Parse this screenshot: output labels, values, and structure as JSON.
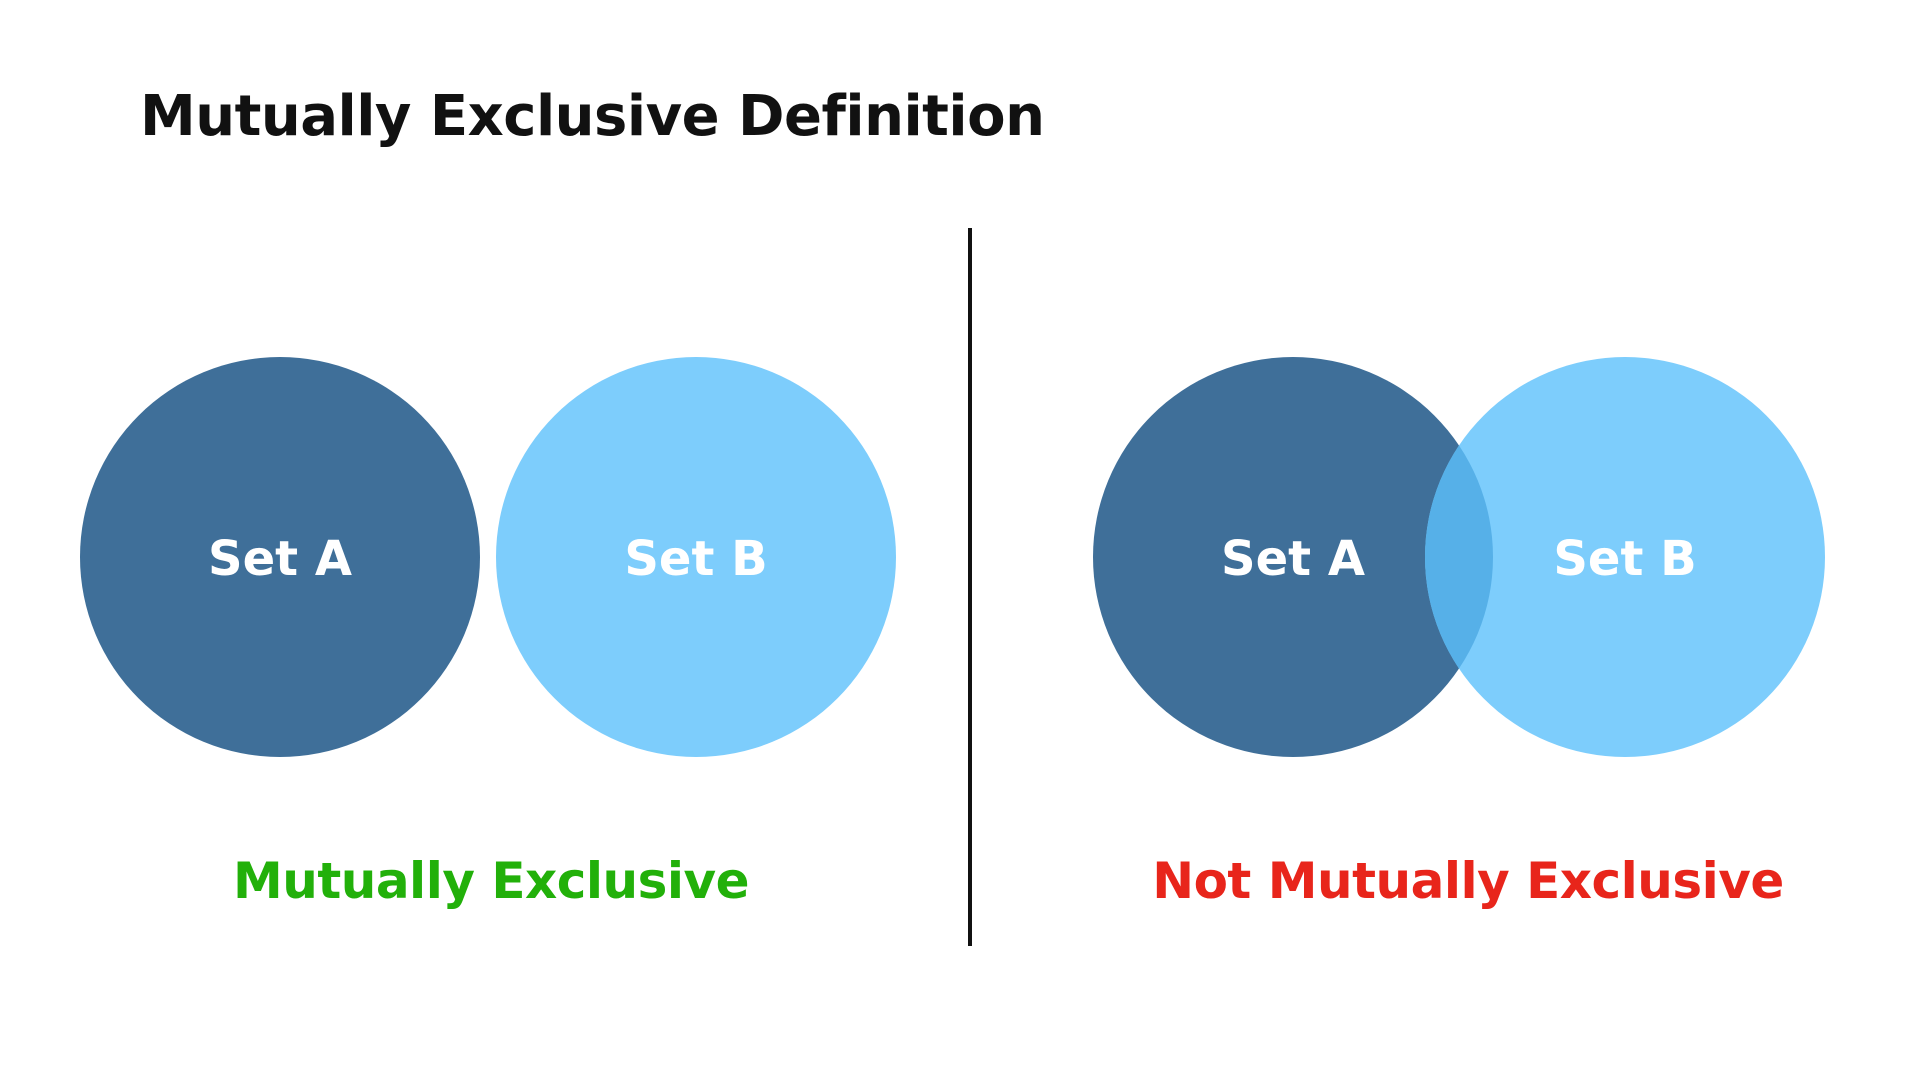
{
  "title": "Mutually Exclusive Definition",
  "colors": {
    "set_a": "#3f6f99",
    "set_b": "#7dcdfc",
    "overlap": "#56b0e8",
    "exclusive_label": "#22b00a",
    "not_exclusive_label": "#e8251b"
  },
  "left_panel": {
    "set_a_label": "Set A",
    "set_b_label": "Set B",
    "caption": "Mutually Exclusive"
  },
  "right_panel": {
    "set_a_label": "Set A",
    "set_b_label": "Set B",
    "caption": "Not Mutually Exclusive"
  }
}
